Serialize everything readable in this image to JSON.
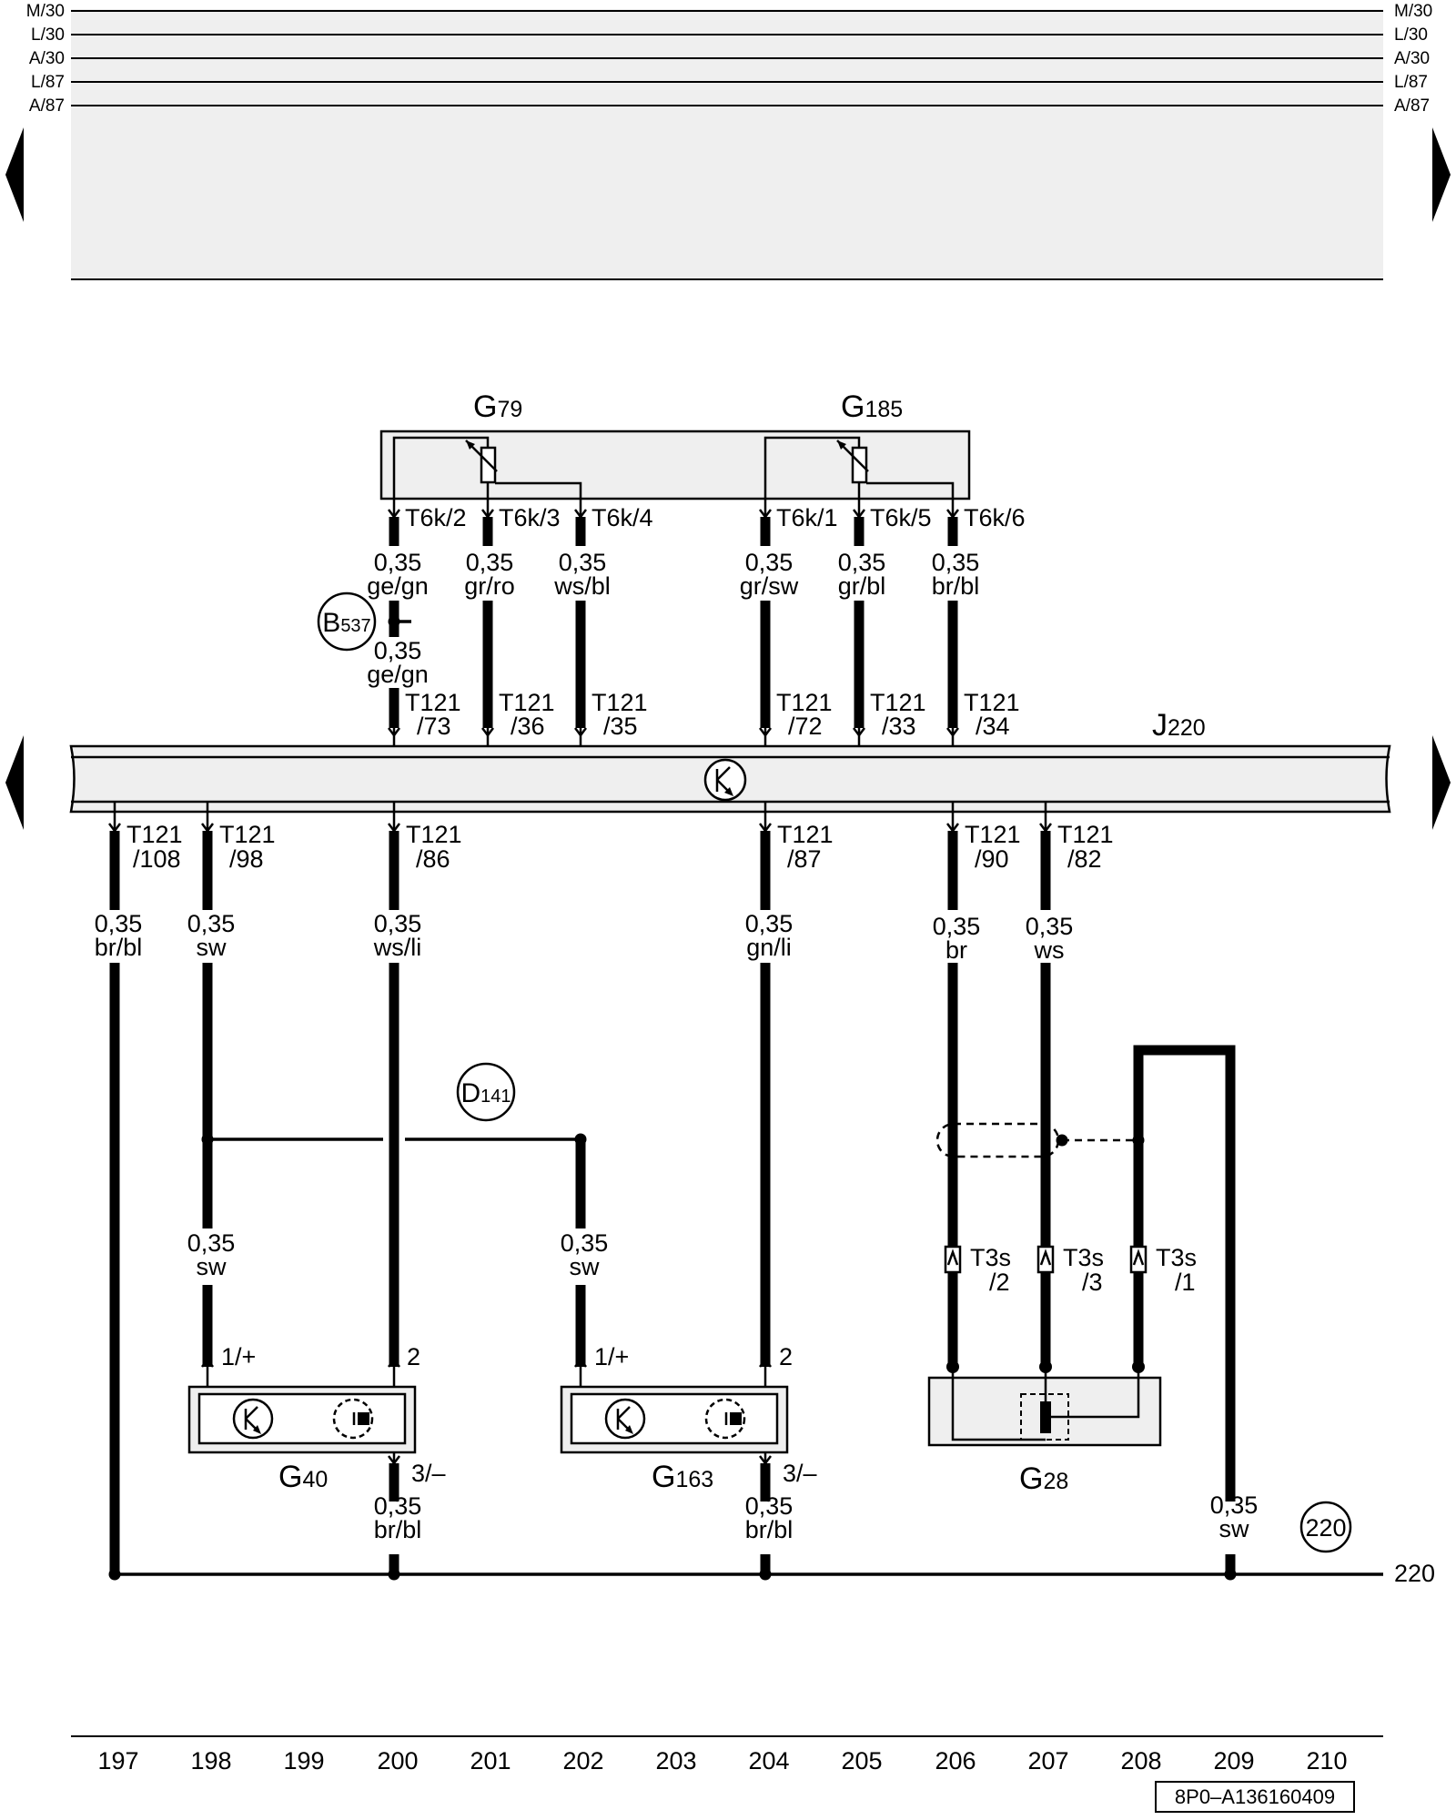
{
  "rails": {
    "left": [
      "M/30",
      "L/30",
      "A/30",
      "L/87",
      "A/87"
    ],
    "right": [
      "M/30",
      "L/30",
      "A/30",
      "L/87",
      "A/87"
    ]
  },
  "components": {
    "g79": {
      "letter": "G",
      "number": "79"
    },
    "g185": {
      "letter": "G",
      "number": "185"
    },
    "j220": {
      "letter": "J",
      "number": "220"
    },
    "g40": {
      "letter": "G",
      "number": "40"
    },
    "g163": {
      "letter": "G",
      "number": "163"
    },
    "g28": {
      "letter": "G",
      "number": "28"
    },
    "b537": {
      "letter": "B",
      "number": "537"
    },
    "d141": {
      "letter": "D",
      "number": "141"
    },
    "ref220": "220"
  },
  "top_connectors": [
    "T6k/2",
    "T6k/3",
    "T6k/4",
    "T6k/1",
    "T6k/5",
    "T6k/6"
  ],
  "top_wires": [
    {
      "size": "0,35",
      "color": "ge/gn"
    },
    {
      "size": "0,35",
      "color": "gr/ro"
    },
    {
      "size": "0,35",
      "color": "ws/bl"
    },
    {
      "size": "0,35",
      "color": "gr/sw"
    },
    {
      "size": "0,35",
      "color": "gr/bl"
    },
    {
      "size": "0,35",
      "color": "br/bl"
    }
  ],
  "b537_wire": {
    "size": "0,35",
    "color": "ge/gn"
  },
  "j220_top_pins": [
    {
      "a": "T121",
      "b": "/73"
    },
    {
      "a": "T121",
      "b": "/36"
    },
    {
      "a": "T121",
      "b": "/35"
    },
    {
      "a": "T121",
      "b": "/72"
    },
    {
      "a": "T121",
      "b": "/33"
    },
    {
      "a": "T121",
      "b": "/34"
    }
  ],
  "j220_bottom_pins": [
    {
      "a": "T121",
      "b": "/108"
    },
    {
      "a": "T121",
      "b": "/98"
    },
    {
      "a": "T121",
      "b": "/86"
    },
    {
      "a": "T121",
      "b": "/87"
    },
    {
      "a": "T121",
      "b": "/90"
    },
    {
      "a": "T121",
      "b": "/82"
    }
  ],
  "bottom_wires": [
    {
      "size": "0,35",
      "color": "br/bl"
    },
    {
      "size": "0,35",
      "color": "sw"
    },
    {
      "size": "0,35",
      "color": "ws/li"
    },
    {
      "size": "0,35",
      "color": "gn/li"
    },
    {
      "size": "0,35",
      "color": "br"
    },
    {
      "size": "0,35",
      "color": "ws"
    }
  ],
  "lower_wires": {
    "g40_supply": {
      "size": "0,35",
      "color": "sw"
    },
    "g163_supply": {
      "size": "0,35",
      "color": "sw"
    },
    "g40_ground": {
      "size": "0,35",
      "color": "br/bl"
    },
    "g163_ground": {
      "size": "0,35",
      "color": "br/bl"
    },
    "shield": {
      "size": "0,35",
      "color": "sw"
    }
  },
  "sensor_pins": {
    "plus": "1/+",
    "signal": "2",
    "minus": "3/–"
  },
  "t3s": [
    {
      "a": "T3s",
      "b": "/2"
    },
    {
      "a": "T3s",
      "b": "/3"
    },
    {
      "a": "T3s",
      "b": "/1"
    }
  ],
  "ground_bus_label": "220",
  "column_numbers": [
    "197",
    "198",
    "199",
    "200",
    "201",
    "202",
    "203",
    "204",
    "205",
    "206",
    "207",
    "208",
    "209",
    "210"
  ],
  "doc_id": "8P0–A136160409"
}
